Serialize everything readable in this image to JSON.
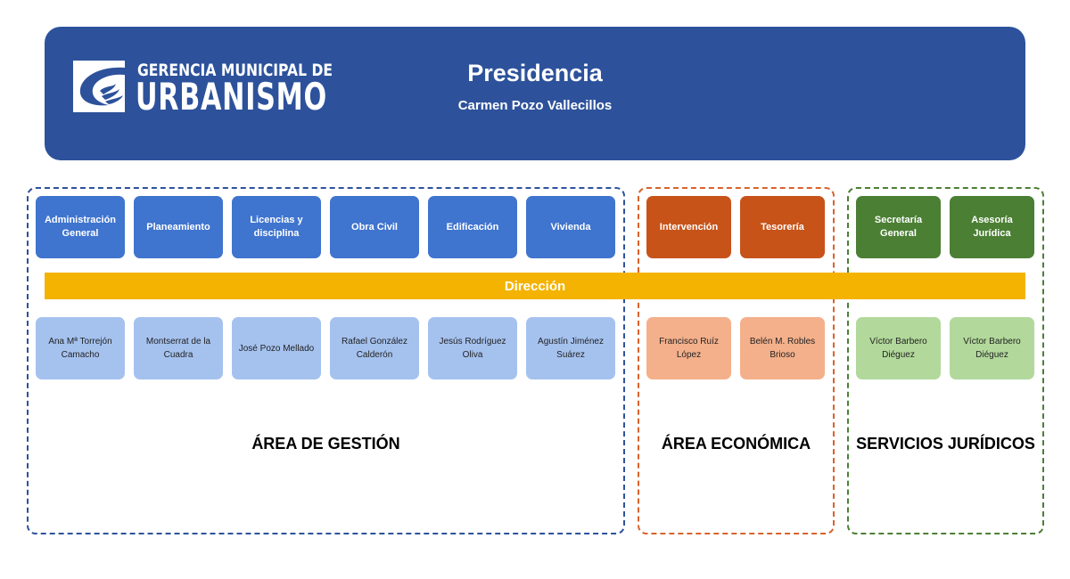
{
  "header": {
    "logo_line1": "GERENCIA MUNICIPAL DE",
    "logo_line2": "URBANISMO",
    "title": "Presidencia",
    "name": "Carmen Pozo Vallecillos"
  },
  "direccion": "Dirección",
  "areas": {
    "gestion": {
      "label": "ÁREA DE GESTIÓN",
      "depts": [
        "Administración General",
        "Planeamiento",
        "Licencias y disciplina",
        "Obra Civil",
        "Edificación",
        "Vivienda"
      ],
      "people": [
        "Ana Mª Torrejón Camacho",
        "Montserrat de la Cuadra",
        "José Pozo Mellado",
        "Rafael González Calderón",
        "Jesús Rodríguez Oliva",
        "Agustín Jiménez Suárez"
      ]
    },
    "economica": {
      "label": "ÁREA ECONÓMICA",
      "depts": [
        "Intervención",
        "Tesorería"
      ],
      "people": [
        "Francisco Ruíz López",
        "Belén M. Robles Brioso"
      ]
    },
    "juridicos": {
      "label": "SERVICIOS JURÍDICOS",
      "depts": [
        "Secretaría General",
        "Asesoría Jurídica"
      ],
      "people": [
        "Víctor Barbero Diéguez",
        "Víctor Barbero Diéguez"
      ]
    }
  },
  "colors": {
    "header": "#2d529b",
    "gestion_dept": "#3f74cf",
    "gestion_person": "#a5c2ef",
    "economica_dept": "#c75319",
    "economica_person": "#f4b08b",
    "juridicos_dept": "#4b7f34",
    "juridicos_person": "#b2d99b",
    "direccion": "#f4b300"
  }
}
